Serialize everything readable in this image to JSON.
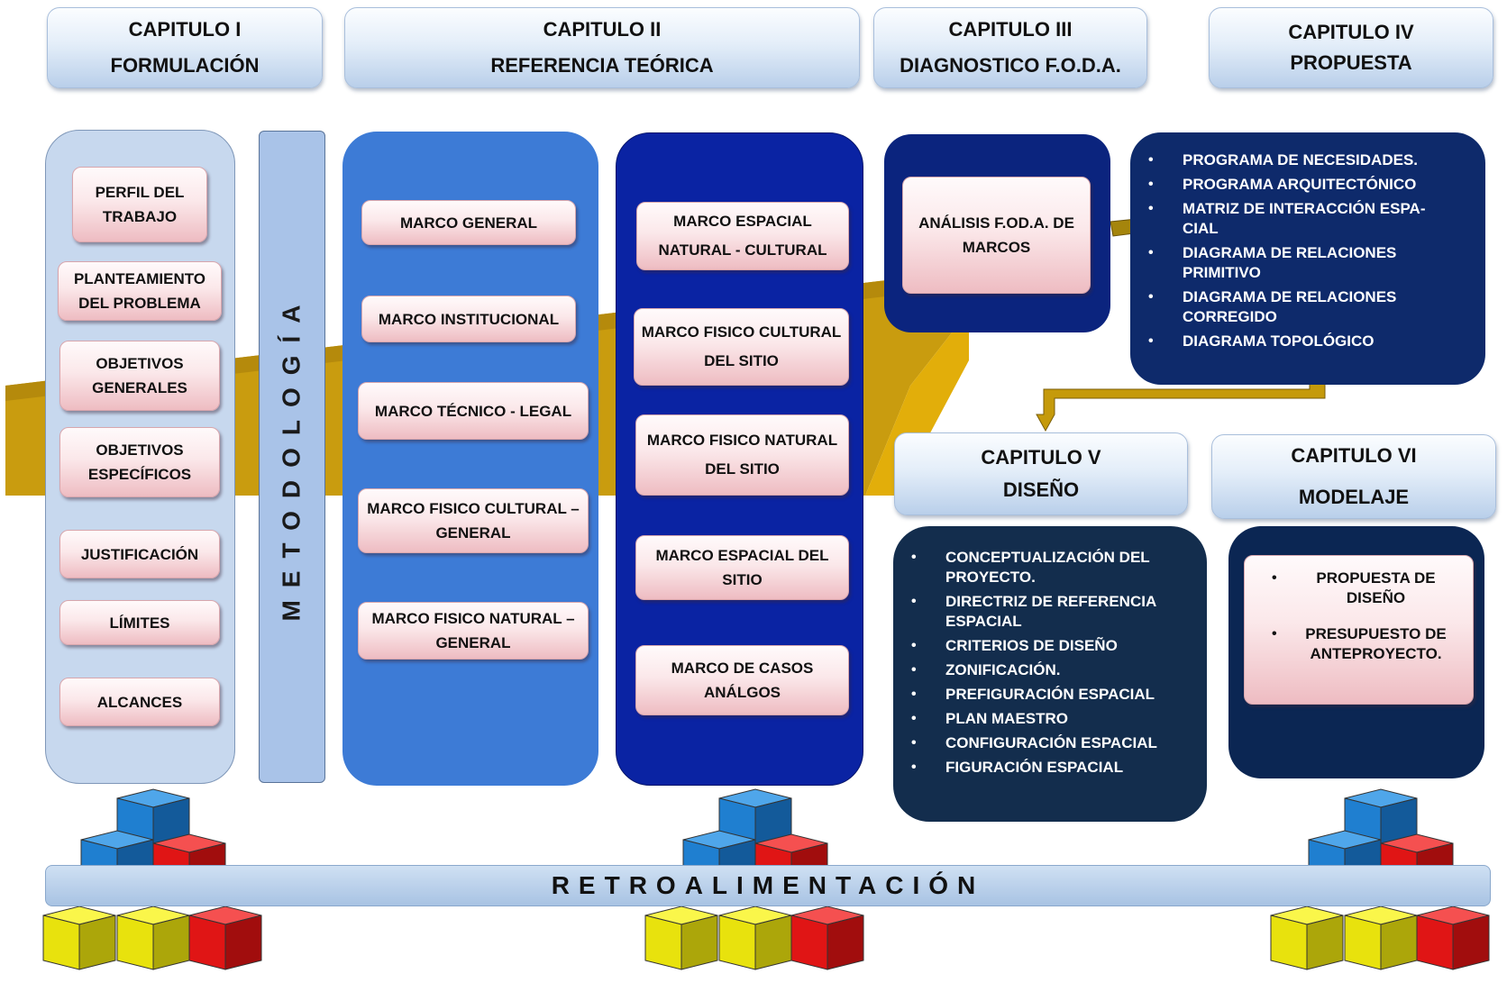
{
  "chapters": {
    "c1": {
      "line1": "CAPITULO I",
      "line2": "FORMULACIÓN"
    },
    "c2": {
      "line1": "CAPITULO II",
      "line2": "REFERENCIA TEÓRICA"
    },
    "c3": {
      "line1": "CAPITULO III",
      "line2": "DIAGNOSTICO F.O.D.A."
    },
    "c4": {
      "line1": "CAPITULO IV",
      "line2": "PROPUESTA"
    },
    "c5": {
      "line1": "CAPITULO V",
      "line2": "DISEÑO"
    },
    "c6": {
      "line1": "CAPITULO VI",
      "line2": "MODELAJE"
    }
  },
  "formulacion_items": [
    "PERFIL DEL TRABAJO",
    "PLANTEAMIENTO DEL PROBLEMA",
    "OBJETIVOS GENERALES",
    "OBJETIVOS ESPECÍFICOS",
    "JUSTIFICACIÓN",
    "LÍMITES",
    "ALCANCES"
  ],
  "metodologia_label": "METODOLOGÍA",
  "referencia_items": [
    "MARCO GENERAL",
    "MARCO INSTITUCIONAL",
    "MARCO TÉCNICO - LEGAL",
    "MARCO FISICO CULTURAL – GENERAL",
    "MARCO FISICO NATURAL – GENERAL"
  ],
  "marcos_items": [
    "MARCO ESPACIAL NATURAL - CULTURAL",
    "MARCO FISICO CULTURAL DEL SITIO",
    "MARCO FISICO NATURAL DEL SITIO",
    "MARCO ESPACIAL DEL SITIO",
    "MARCO DE CASOS ANÁLGOS"
  ],
  "foda_item": "ANÁLISIS F.OD.A. DE MARCOS",
  "propuesta_items": [
    "PROGRAMA DE NECESIDADES.",
    "PROGRAMA ARQUITECTÓNICO",
    "MATRIZ DE INTERACCIÓN ESPA-CIAL",
    "DIAGRAMA DE RELACIONES PRIMITIVO",
    "DIAGRAMA DE RELACIONES CORREGIDO",
    "DIAGRAMA TOPOLÓGICO"
  ],
  "diseno_items": [
    "CONCEPTUALIZACIÓN DEL PROYECTO.",
    "DIRECTRIZ DE REFERENCIA ESPACIAL",
    "CRITERIOS DE DISEÑO",
    "ZONIFICACIÓN.",
    "PREFIGURACIÓN ESPACIAL",
    "PLAN MAESTRO",
    "CONFIGURACIÓN ESPACIAL",
    "FIGURACIÓN ESPACIAL"
  ],
  "modelaje_items": [
    "PROPUESTA DE DISEÑO",
    "PRESUPUESTO DE ANTEPROYECTO."
  ],
  "retroalimentacion_label": "RETROALIMENTACIÓN",
  "colors": {
    "gold_arrow": "#d6a507",
    "header_blue": "#c8dbf2",
    "panel_light": "#c7d8ee",
    "panel_medium": "#3d7bd6",
    "panel_dark": "#0a23a3",
    "panel_navy": "#132d4d",
    "pink_box": "#f6d3d7"
  }
}
